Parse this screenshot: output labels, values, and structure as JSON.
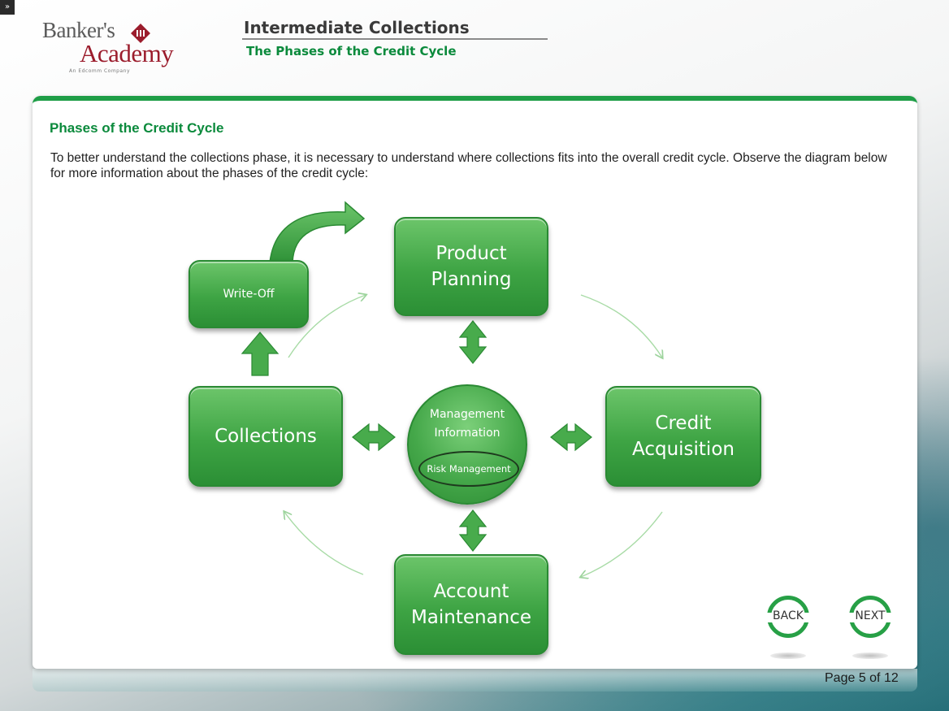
{
  "logo": {
    "name_line1": "Banker's",
    "name_line2": "Academy",
    "tagline": "An Edcomm Company"
  },
  "header": {
    "course_title": "Intermediate Collections",
    "lesson_title": "The Phases of the Credit Cycle"
  },
  "content": {
    "heading": "Phases of the Credit Cycle",
    "intro": "To better understand the collections phase, it is necessary to understand where collections fits into the overall credit cycle. Observe the diagram below for more information about the phases of the credit cycle:"
  },
  "diagram": {
    "phases": {
      "product_planning": [
        "Product",
        "Planning"
      ],
      "credit_acquisition": [
        "Credit",
        "Acquisition"
      ],
      "account_maintenance": [
        "Account",
        "Maintenance"
      ],
      "collections": "Collections",
      "write_off": "Write-Off"
    },
    "center": {
      "title": [
        "Management",
        "Information"
      ],
      "inner": "Risk Management"
    }
  },
  "navigation": {
    "back_label": "BACK",
    "next_label": "NEXT",
    "page_indicator": "Page 5 of 12"
  },
  "colors": {
    "brand_green": "#1f9e47",
    "box_green": "#3ea444",
    "logo_red": "#9b1c2c"
  }
}
